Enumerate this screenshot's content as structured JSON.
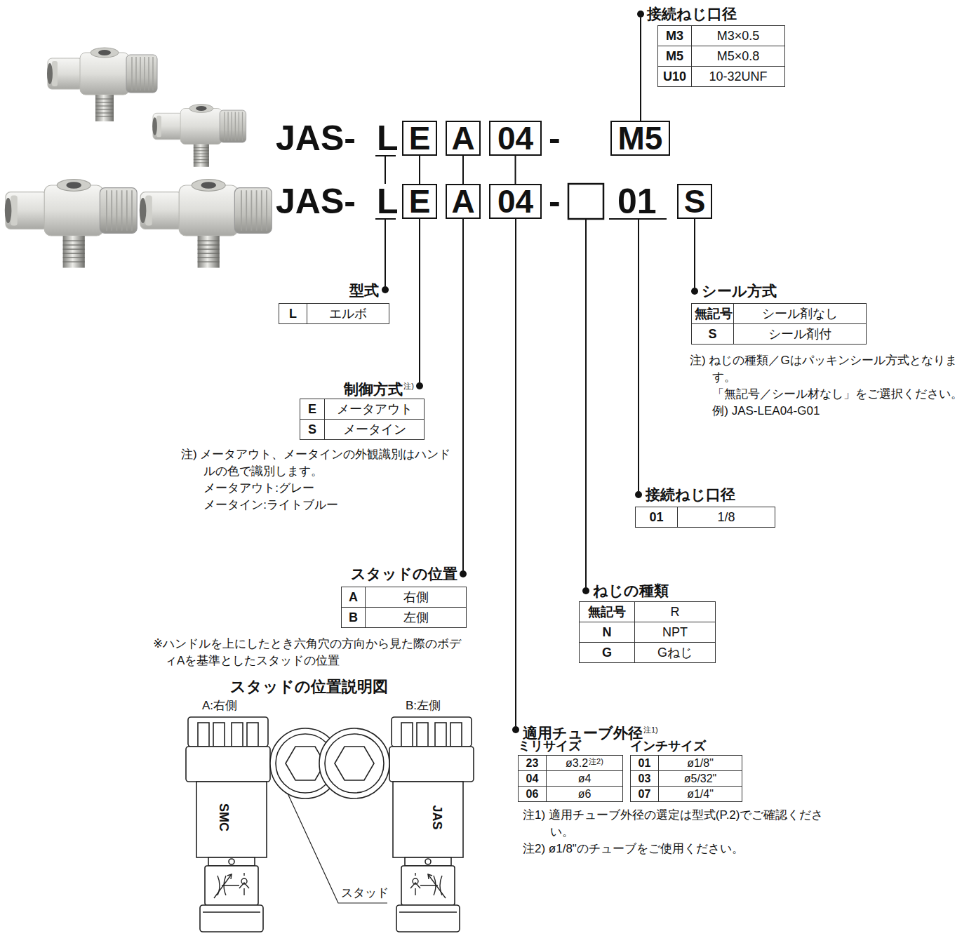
{
  "diagram": {
    "nodes": [
      {
        "text": [
          "E"
        ]
      },
      {
        "text": [
          "A"
        ]
      },
      {
        "text": [
          "04"
        ]
      },
      {
        "text": [
          "M5"
        ]
      },
      {
        "text": [
          "E"
        ]
      },
      {
        "text": [
          "A"
        ]
      },
      {
        "text": [
          "04"
        ]
      },
      {
        "text": [
          "S"
        ]
      }
    ],
    "edges": [
      {
        "from": 0,
        "to": 4,
        "arrow": "none"
      },
      {
        "from": 1,
        "to": 5,
        "arrow": "none"
      },
      {
        "from": 2,
        "to": 6,
        "arrow": "none"
      }
    ],
    "labels": [
      "接続ねじ口径",
      "M3",
      "M3×0.5",
      "M5",
      "M5×0.8",
      "U10",
      "10-32UNF",
      "JAS-",
      "L",
      "-",
      "JAS-",
      "L",
      "-",
      "01",
      "型式",
      "L",
      "エルボ",
      "制御方式",
      "注)",
      "E",
      "メータアウト",
      "S",
      "メータイン",
      "注) メータアウト、メータインの外観識別はハンドルの色で識別します。",
      "メータアウト:グレー",
      "メータイン:ライトブルー",
      "スタッドの位置",
      "A",
      "右側",
      "B",
      "左側",
      "※ハンドルを上にしたとき六角穴の方向から見た際のボディAを基準としたスタッドの位置",
      "スタッドの位置説明図",
      "A:右側",
      "B:左側",
      "SMC",
      "JAS",
      "スタッド",
      "シール方式",
      "無記号",
      "シール剤なし",
      "S",
      "シール剤付",
      "注) ねじの種類／Gはパッキンシール方式となります。",
      "「無記号／シール材なし」をご選択ください。",
      "例) JAS-LEA04-G01",
      "接続ねじ口径",
      "01",
      "1/8",
      "ねじの種類",
      "無記号",
      "R",
      "N",
      "NPT",
      "G",
      "Gねじ",
      "適用チューブ外径",
      "注1)",
      "ミリサイズ",
      "インチサイズ",
      "23",
      "ø3.2",
      "注2)",
      "04",
      "ø4",
      "06",
      "ø6",
      "01",
      "ø1/8\"",
      "03",
      "ø5/32\"",
      "07",
      "ø1/4\"",
      "注1) 適用チューブ外径の選定は型式(P.2)でご確認ください。",
      "注2) ø1/8\"のチューブをご使用ください。"
    ]
  }
}
